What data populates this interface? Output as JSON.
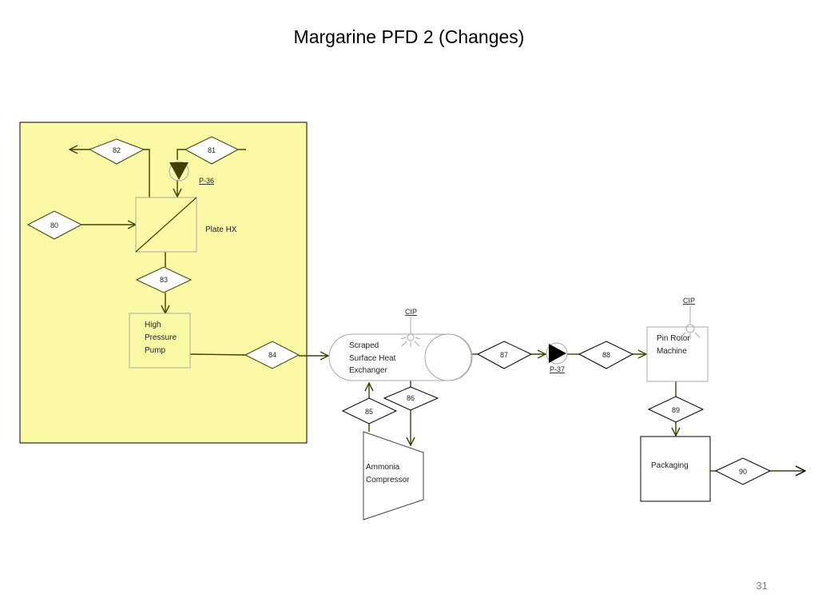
{
  "title": "Margarine PFD 2 (Changes)",
  "page_number": "31",
  "colors": {
    "highlight_fill": "#fcf9a6",
    "line": "#404000",
    "pump_fill": "#404000",
    "box_stroke": "#a8a8a8",
    "dark_stroke": "#000000"
  },
  "streams": {
    "s80": "80",
    "s81": "81",
    "s82": "82",
    "s83": "83",
    "s84": "84",
    "s85": "85",
    "s86": "86",
    "s87": "87",
    "s88": "88",
    "s89": "89",
    "s90": "90"
  },
  "equipment": {
    "plate_hx": "Plate HX",
    "hp_pump": [
      "High",
      "Pressure",
      "Pump"
    ],
    "sshe": [
      "Scraped",
      "Surface Heat",
      "Exchanger"
    ],
    "ammonia": [
      "Ammonia",
      "Compressor"
    ],
    "pin_rotor": [
      "Pin Rotor",
      "Machine"
    ],
    "packaging": "Packaging"
  },
  "pumps": {
    "p36": "P-36",
    "p37": "P-37"
  },
  "cip": {
    "sshe": "CIP",
    "pin_rotor": "CIP"
  },
  "icons": [
    "pump-icon",
    "spray-nozzle-icon",
    "arrow-icon"
  ]
}
